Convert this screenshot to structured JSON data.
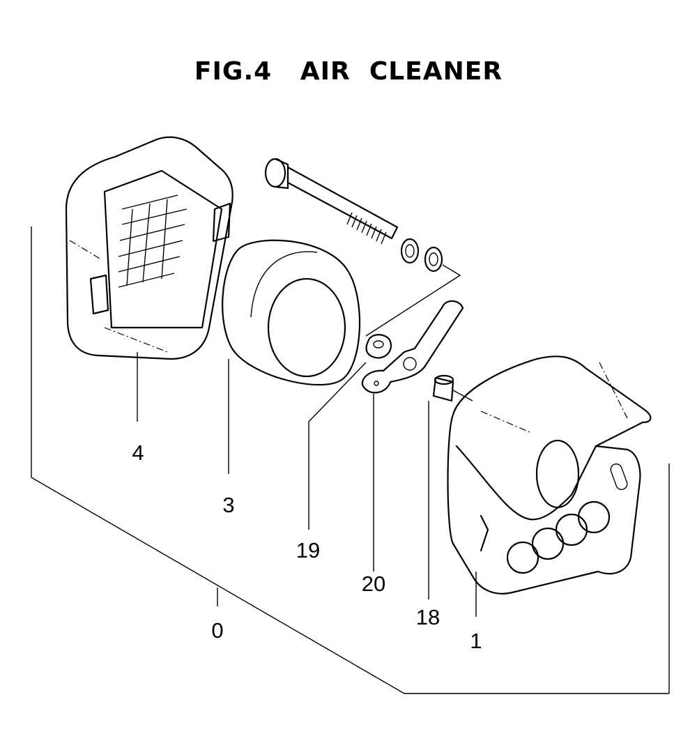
{
  "figure": {
    "title": "FIG.4   AIR  CLEANER"
  },
  "callouts": {
    "p4": "4",
    "p3": "3",
    "p19": "19",
    "p20": "20",
    "p18": "18",
    "p1": "1",
    "p0": "0"
  },
  "parts": [
    {
      "ref": "4",
      "icon": "air-cleaner-case-icon"
    },
    {
      "ref": "3",
      "icon": "air-filter-element-icon"
    },
    {
      "ref": "19",
      "icon": "lock-plate-icon"
    },
    {
      "ref": "20",
      "icon": "choke-lever-icon"
    },
    {
      "ref": "18",
      "icon": "collar-icon"
    },
    {
      "ref": "1",
      "icon": "air-cleaner-cover-icon"
    },
    {
      "ref": "0",
      "icon": "air-cleaner-assembly-icon"
    }
  ]
}
